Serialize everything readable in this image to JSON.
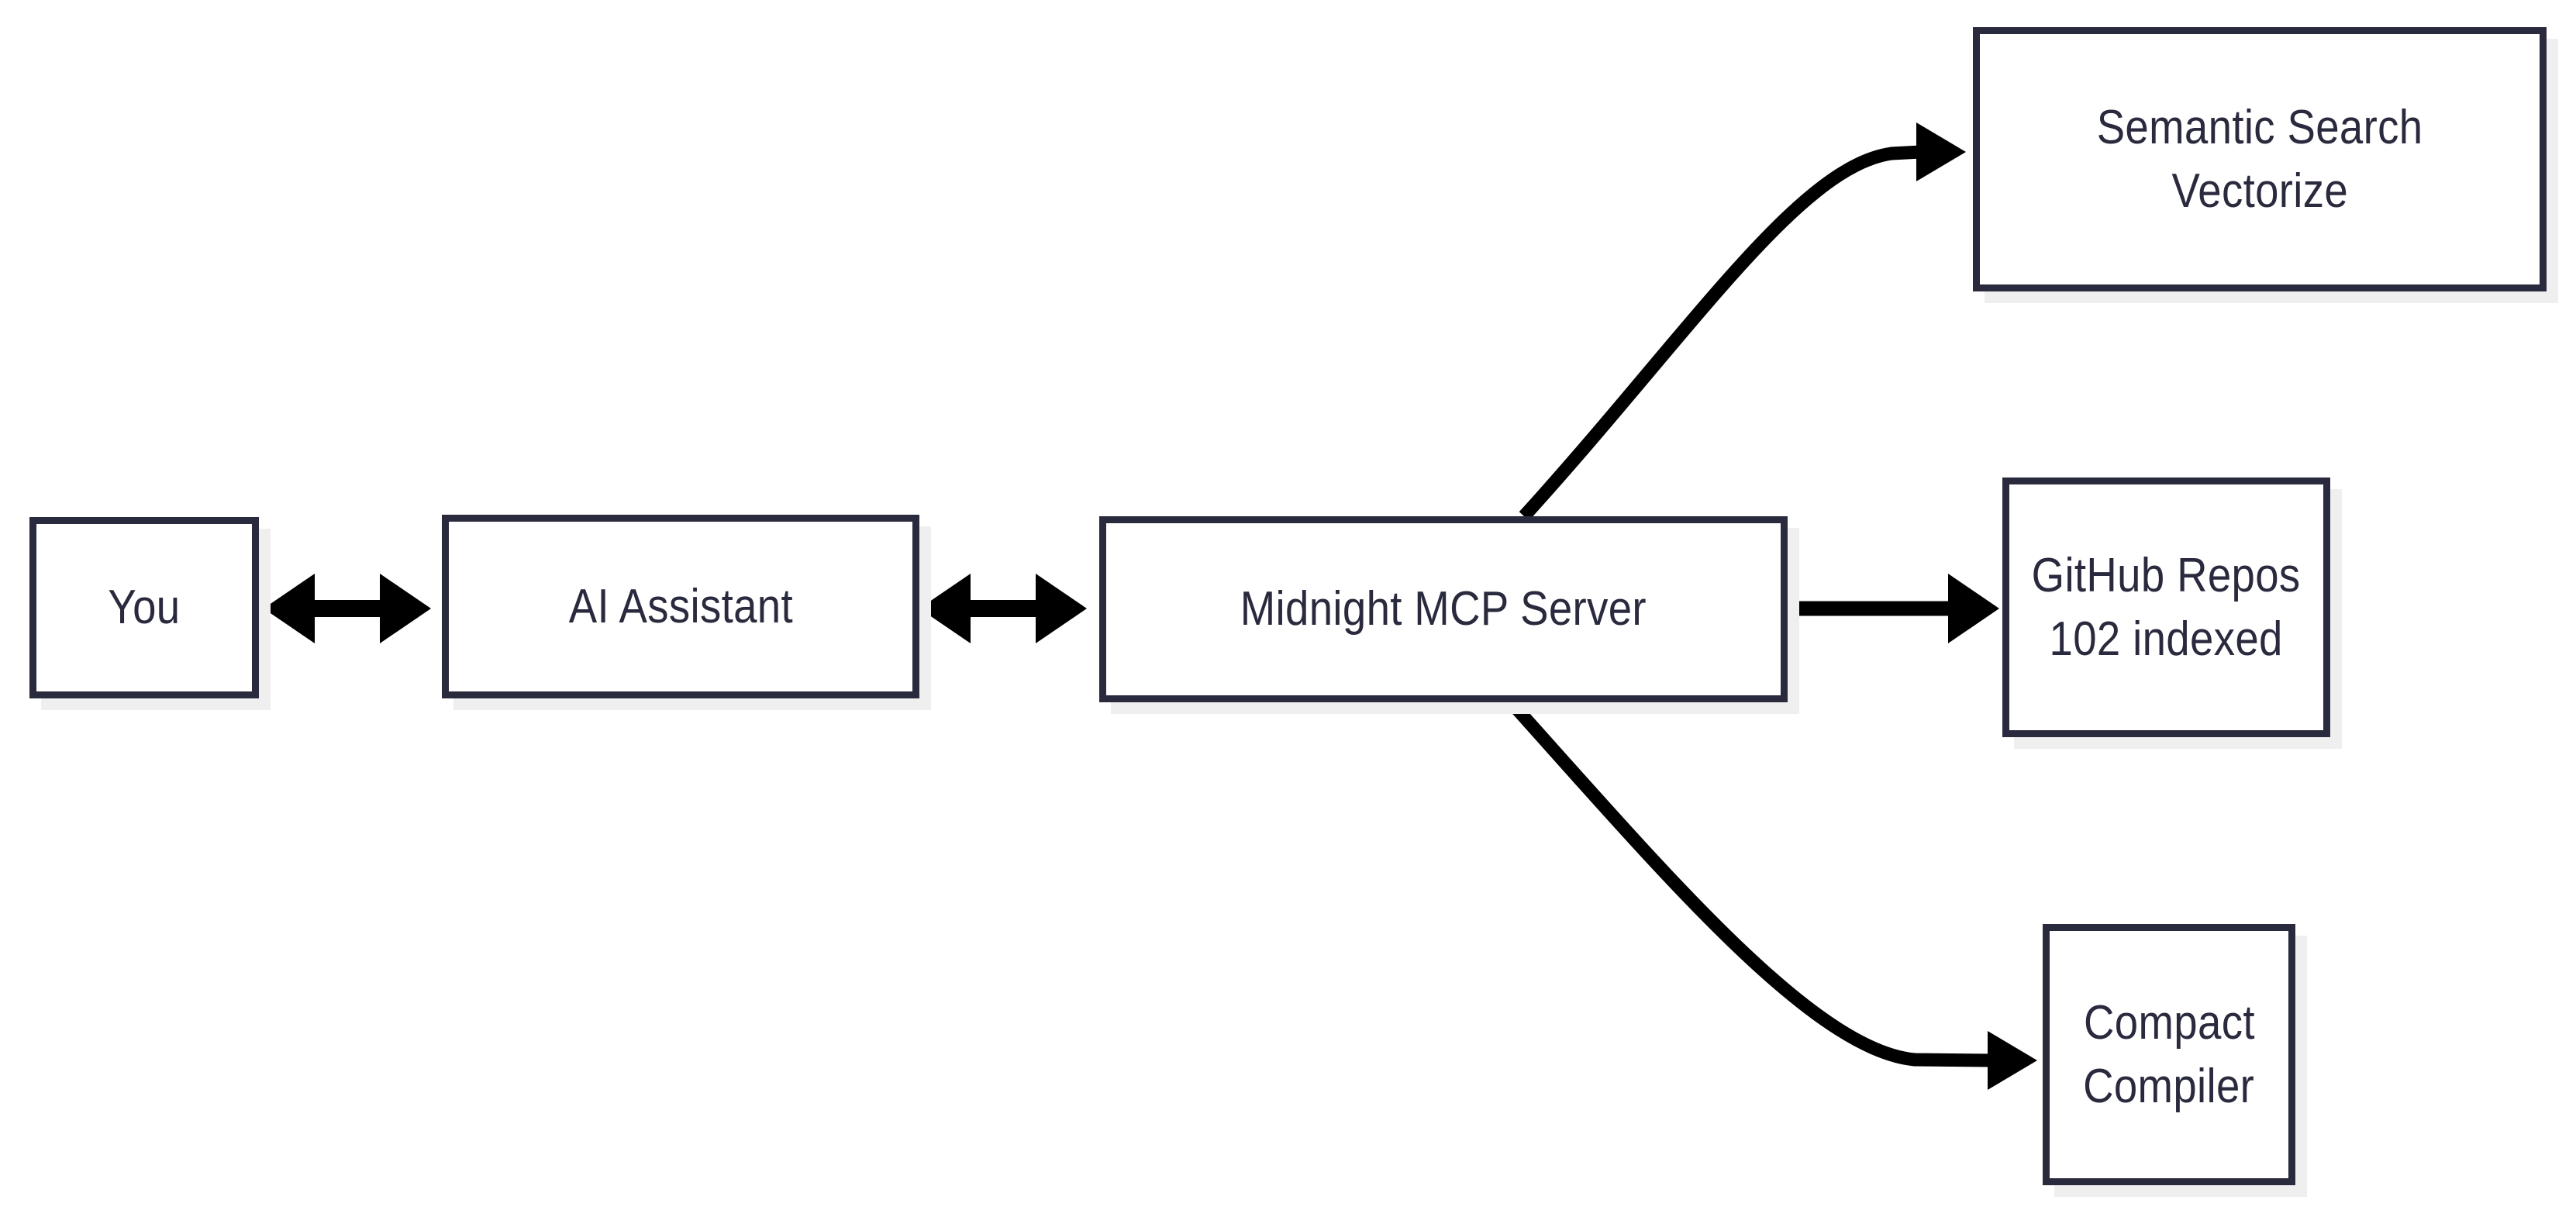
{
  "diagram": {
    "title": "Midnight MCP Server architecture flow",
    "background_color": "#ffffff",
    "node_border_color": "#2a2a3e",
    "node_fill_color": "#ffffff",
    "node_shadow_color": "#efefef",
    "text_color": "#2a2a3e",
    "edge_color": "#000000",
    "nodes": [
      {
        "id": "you",
        "lines": [
          "You"
        ]
      },
      {
        "id": "ai-assistant",
        "lines": [
          "AI Assistant"
        ]
      },
      {
        "id": "mcp-server",
        "lines": [
          "Midnight MCP Server"
        ]
      },
      {
        "id": "semantic",
        "lines": [
          "Semantic Search",
          "Vectorize"
        ]
      },
      {
        "id": "github",
        "lines": [
          "GitHub Repos",
          "102 indexed"
        ]
      },
      {
        "id": "compact",
        "lines": [
          "Compact",
          "Compiler"
        ]
      }
    ],
    "edges": [
      {
        "id": "you-ai",
        "from": "you",
        "to": "ai-assistant",
        "direction": "bidirectional",
        "shape": "straight"
      },
      {
        "id": "ai-mcp",
        "from": "ai-assistant",
        "to": "mcp-server",
        "direction": "bidirectional",
        "shape": "straight"
      },
      {
        "id": "mcp-semantic",
        "from": "mcp-server",
        "to": "semantic",
        "direction": "forward",
        "shape": "curved"
      },
      {
        "id": "mcp-github",
        "from": "mcp-server",
        "to": "github",
        "direction": "forward",
        "shape": "straight"
      },
      {
        "id": "mcp-compact",
        "from": "mcp-server",
        "to": "compact",
        "direction": "forward",
        "shape": "curved"
      }
    ]
  }
}
